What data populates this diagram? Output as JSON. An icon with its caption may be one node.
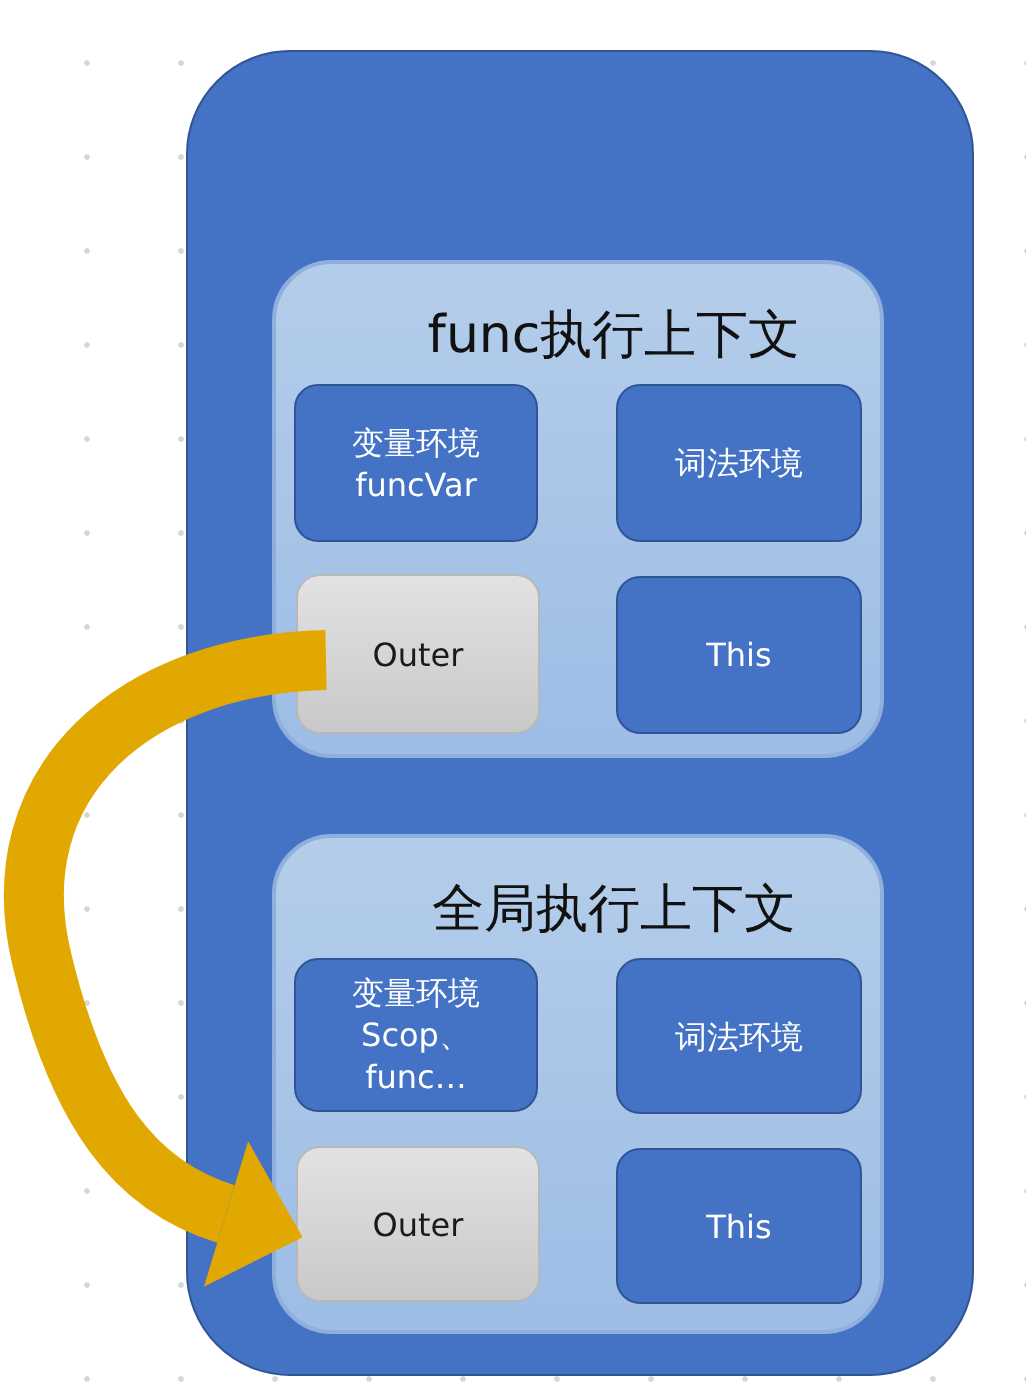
{
  "diagram": {
    "nodes": [
      {
        "text": [],
        "shape": "box"
      },
      {
        "text": [
          "func执行上下文"
        ],
        "in": 0
      },
      {
        "text": [
          "变量环境 funcVar"
        ],
        "in": 1
      },
      {
        "text": [
          "词法环境"
        ],
        "in": 1
      },
      {
        "text": [
          "Outer"
        ],
        "in": 1
      },
      {
        "text": [
          "This"
        ],
        "in": 1
      },
      {
        "text": [
          "全局执行上下文"
        ],
        "in": 0
      },
      {
        "text": [
          "变量环境 Scop、 func…"
        ],
        "in": 6
      },
      {
        "text": [
          "词法环境"
        ],
        "in": 6
      },
      {
        "text": [
          "Outer"
        ],
        "in": 6
      },
      {
        "text": [
          "This"
        ],
        "in": 6
      }
    ],
    "edges": [
      {
        "from": 4,
        "to": 9,
        "arrow": "to",
        "color": "#e0a800"
      }
    ]
  }
}
